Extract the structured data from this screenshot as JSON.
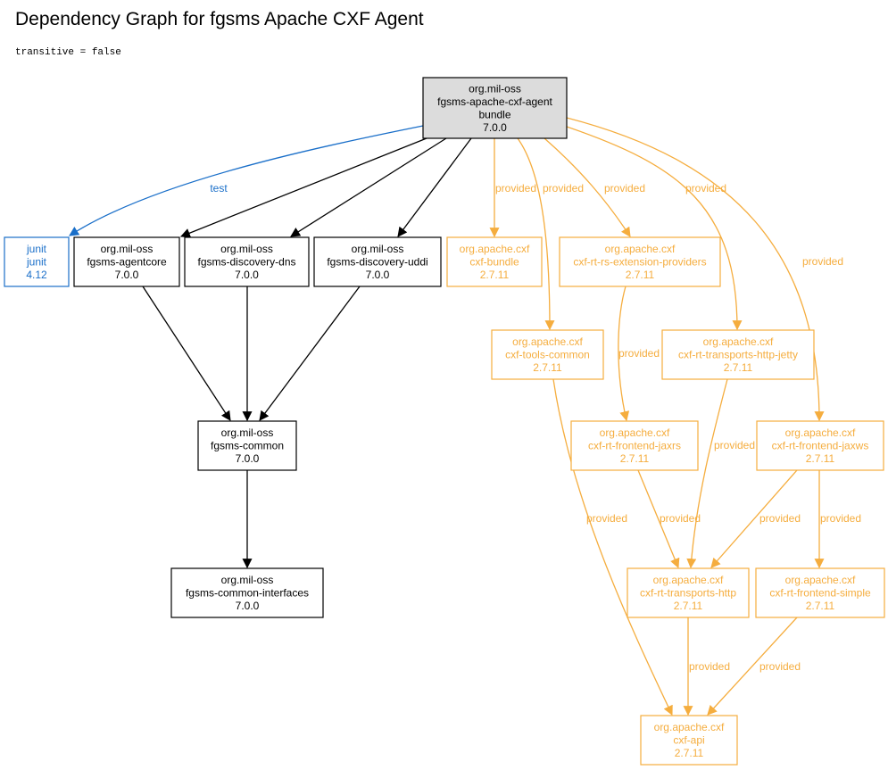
{
  "title": "Dependency Graph for fgsms Apache CXF Agent",
  "subtitle": "transitive = false",
  "colors": {
    "compile": "#000000",
    "test": "#1a6fc9",
    "provided": "#f5ad3e",
    "root_fill": "#dcdcdc"
  },
  "nodes": [
    {
      "id": "root",
      "kind": "root",
      "group": "org.mil-oss",
      "artifact": "fgsms-apache-cxf-agent",
      "packaging": "bundle",
      "version": "7.0.0"
    },
    {
      "id": "junit",
      "kind": "test",
      "group": "junit",
      "artifact": "junit",
      "version": "4.12"
    },
    {
      "id": "agentcore",
      "kind": "compile",
      "group": "org.mil-oss",
      "artifact": "fgsms-agentcore",
      "version": "7.0.0"
    },
    {
      "id": "dns",
      "kind": "compile",
      "group": "org.mil-oss",
      "artifact": "fgsms-discovery-dns",
      "version": "7.0.0"
    },
    {
      "id": "uddi",
      "kind": "compile",
      "group": "org.mil-oss",
      "artifact": "fgsms-discovery-uddi",
      "version": "7.0.0"
    },
    {
      "id": "common",
      "kind": "compile",
      "group": "org.mil-oss",
      "artifact": "fgsms-common",
      "version": "7.0.0"
    },
    {
      "id": "interfaces",
      "kind": "compile",
      "group": "org.mil-oss",
      "artifact": "fgsms-common-interfaces",
      "version": "7.0.0"
    },
    {
      "id": "bundle",
      "kind": "provided",
      "group": "org.apache.cxf",
      "artifact": "cxf-bundle",
      "version": "2.7.11"
    },
    {
      "id": "rsext",
      "kind": "provided",
      "group": "org.apache.cxf",
      "artifact": "cxf-rt-rs-extension-providers",
      "version": "2.7.11"
    },
    {
      "id": "tools",
      "kind": "provided",
      "group": "org.apache.cxf",
      "artifact": "cxf-tools-common",
      "version": "2.7.11"
    },
    {
      "id": "jetty",
      "kind": "provided",
      "group": "org.apache.cxf",
      "artifact": "cxf-rt-transports-http-jetty",
      "version": "2.7.11"
    },
    {
      "id": "jaxrs",
      "kind": "provided",
      "group": "org.apache.cxf",
      "artifact": "cxf-rt-frontend-jaxrs",
      "version": "2.7.11"
    },
    {
      "id": "jaxws",
      "kind": "provided",
      "group": "org.apache.cxf",
      "artifact": "cxf-rt-frontend-jaxws",
      "version": "2.7.11"
    },
    {
      "id": "http",
      "kind": "provided",
      "group": "org.apache.cxf",
      "artifact": "cxf-rt-transports-http",
      "version": "2.7.11"
    },
    {
      "id": "simple",
      "kind": "provided",
      "group": "org.apache.cxf",
      "artifact": "cxf-rt-frontend-simple",
      "version": "2.7.11"
    },
    {
      "id": "api",
      "kind": "provided",
      "group": "org.apache.cxf",
      "artifact": "cxf-api",
      "version": "2.7.11"
    }
  ],
  "edges": [
    {
      "from": "root",
      "to": "junit",
      "scope": "test",
      "label": "test"
    },
    {
      "from": "root",
      "to": "agentcore",
      "scope": "compile",
      "label": ""
    },
    {
      "from": "root",
      "to": "dns",
      "scope": "compile",
      "label": ""
    },
    {
      "from": "root",
      "to": "uddi",
      "scope": "compile",
      "label": ""
    },
    {
      "from": "agentcore",
      "to": "common",
      "scope": "compile",
      "label": ""
    },
    {
      "from": "dns",
      "to": "common",
      "scope": "compile",
      "label": ""
    },
    {
      "from": "uddi",
      "to": "common",
      "scope": "compile",
      "label": ""
    },
    {
      "from": "common",
      "to": "interfaces",
      "scope": "compile",
      "label": ""
    },
    {
      "from": "root",
      "to": "bundle",
      "scope": "provided",
      "label": "provided"
    },
    {
      "from": "root",
      "to": "tools",
      "scope": "provided",
      "label": "provided"
    },
    {
      "from": "root",
      "to": "rsext",
      "scope": "provided",
      "label": "provided"
    },
    {
      "from": "root",
      "to": "jetty",
      "scope": "provided",
      "label": "provided"
    },
    {
      "from": "root",
      "to": "jaxws",
      "scope": "provided",
      "label": "provided"
    },
    {
      "from": "rsext",
      "to": "jaxrs",
      "scope": "provided",
      "label": "provided"
    },
    {
      "from": "jetty",
      "to": "http",
      "scope": "provided",
      "label": "provided"
    },
    {
      "from": "tools",
      "to": "api",
      "scope": "provided",
      "label": "provided"
    },
    {
      "from": "jaxrs",
      "to": "http",
      "scope": "provided",
      "label": "provided"
    },
    {
      "from": "jaxws",
      "to": "http",
      "scope": "provided",
      "label": "provided"
    },
    {
      "from": "jaxws",
      "to": "simple",
      "scope": "provided",
      "label": "provided"
    },
    {
      "from": "http",
      "to": "api",
      "scope": "provided",
      "label": "provided"
    },
    {
      "from": "simple",
      "to": "api",
      "scope": "provided",
      "label": "provided"
    }
  ]
}
